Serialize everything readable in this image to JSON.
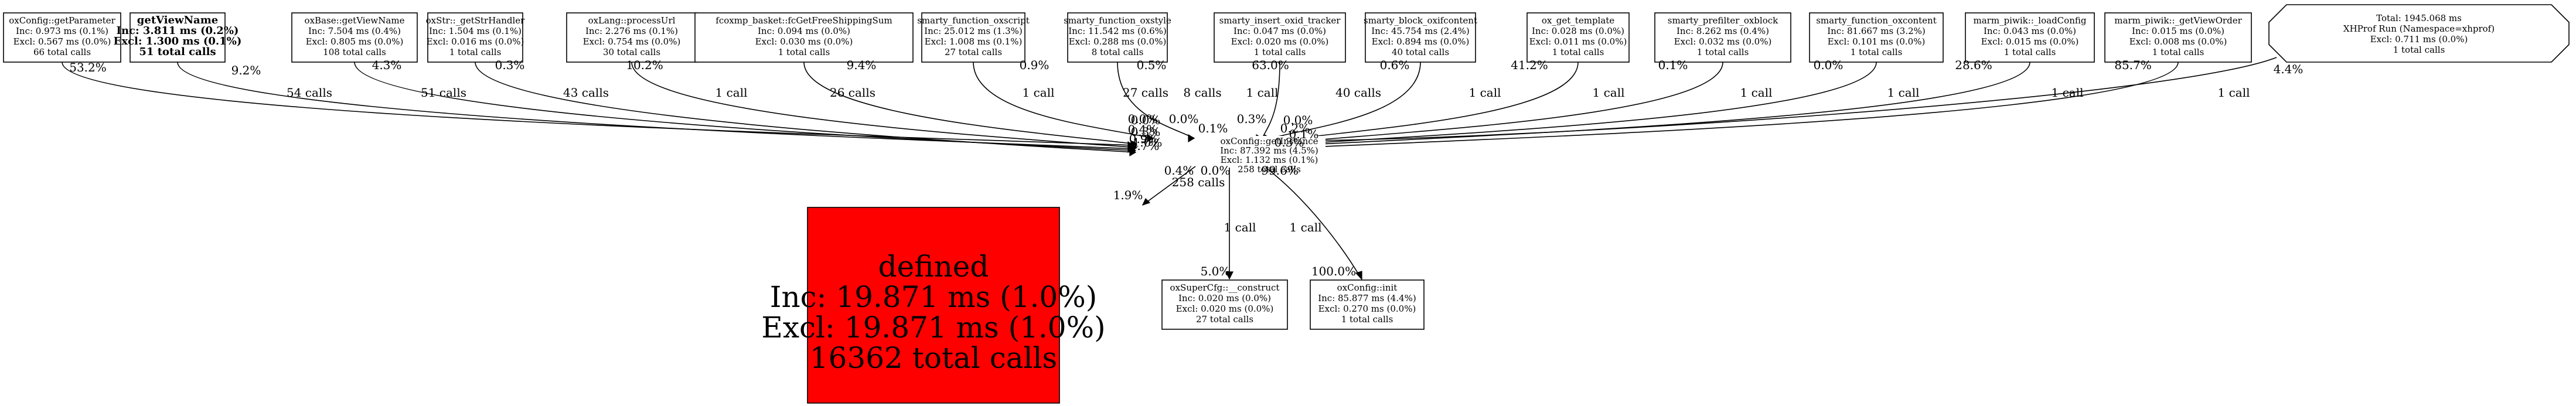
{
  "graph": {
    "title": "XHProf call graph",
    "caller_nodes": [
      {
        "id": "getParameter",
        "lines": [
          "oxConfig::getParameter",
          "Inc: 0.973 ms (0.1%)",
          "Excl: 0.567 ms (0.0%)",
          "66 total calls"
        ],
        "edge_pct_tail": "53.2%",
        "edge_calls": "54 calls",
        "edge_pct_head": ""
      },
      {
        "id": "getViewName",
        "bold": true,
        "lines": [
          "getViewName",
          "Inc: 3.811 ms (0.2%)",
          "Excl: 1.300 ms (0.1%)",
          "51 total calls"
        ],
        "edge_pct_tail": "9.2%",
        "edge_calls": "51 calls",
        "edge_pct_head": ""
      },
      {
        "id": "oxbase-getViewName",
        "lines": [
          "oxBase::getViewName",
          "Inc: 7.504 ms (0.4%)",
          "Excl: 0.805 ms (0.0%)",
          "108 total calls"
        ],
        "edge_pct_tail": "4.3%",
        "edge_calls": "43 calls",
        "edge_pct_head": ""
      },
      {
        "id": "getStrHandler",
        "lines": [
          "oxStr::_getStrHandler",
          "Inc: 1.504 ms (0.1%)",
          "Excl: 0.016 ms (0.0%)",
          "1 total calls"
        ],
        "edge_pct_tail": "0.3%",
        "edge_calls": "1 call",
        "edge_pct_head": ""
      },
      {
        "id": "processUrl",
        "lines": [
          "oxLang::processUrl",
          "Inc: 2.276 ms (0.1%)",
          "Excl: 0.754 ms (0.0%)",
          "30 total calls"
        ],
        "edge_pct_tail": "10.2%",
        "edge_calls": "26 calls",
        "edge_pct_head": ""
      },
      {
        "id": "fcGetFreeShippingSum",
        "lines": [
          "fcoxmp_basket::fcGetFreeShippingSum",
          "Inc: 0.094 ms (0.0%)",
          "Excl: 0.030 ms (0.0%)",
          "1 total calls"
        ],
        "edge_pct_tail": "9.4%",
        "edge_calls": "1 call",
        "edge_pct_head": ""
      },
      {
        "id": "oxscript",
        "lines": [
          "smarty_function_oxscript",
          "Inc: 25.012 ms (1.3%)",
          "Excl: 1.008 ms (0.1%)",
          "27 total calls"
        ],
        "edge_pct_tail": "0.9%",
        "edge_calls": "27 calls",
        "edge_pct_head": "0.0%"
      },
      {
        "id": "oxstyle",
        "lines": [
          "smarty_function_oxstyle",
          "Inc: 11.542 ms (0.6%)",
          "Excl: 0.288 ms (0.0%)",
          "8 total calls"
        ],
        "edge_pct_tail": "0.5%",
        "edge_calls": "8 calls",
        "edge_pct_head": "0.0%"
      },
      {
        "id": "oxid_tracker",
        "lines": [
          "smarty_insert_oxid_tracker",
          "Inc: 0.047 ms (0.0%)",
          "Excl: 0.020 ms (0.0%)",
          "1 total calls"
        ],
        "edge_pct_tail": "63.0%",
        "edge_calls": "1 call",
        "edge_pct_head": "0.3%"
      },
      {
        "id": "oxifcontent",
        "lines": [
          "smarty_block_oxifcontent",
          "Inc: 45.754 ms (2.4%)",
          "Excl: 0.894 ms (0.0%)",
          "40 total calls"
        ],
        "edge_pct_tail": "0.6%",
        "edge_calls": "40 calls",
        "edge_pct_head": ""
      },
      {
        "id": "ox_get_template",
        "lines": [
          "ox_get_template",
          "Inc: 0.028 ms (0.0%)",
          "Excl: 0.011 ms (0.0%)",
          "1 total calls"
        ],
        "edge_pct_tail": "41.2%",
        "edge_calls": "1 call",
        "edge_pct_head": ""
      },
      {
        "id": "oxblock",
        "lines": [
          "smarty_prefilter_oxblock",
          "Inc: 8.262 ms (0.4%)",
          "Excl: 0.032 ms (0.0%)",
          "1 total calls"
        ],
        "edge_pct_tail": "0.1%",
        "edge_calls": "1 call",
        "edge_pct_head": ""
      },
      {
        "id": "oxcontent",
        "lines": [
          "smarty_function_oxcontent",
          "Inc: 81.667 ms (3.2%)",
          "Excl: 0.101 ms (0.0%)",
          "1 total calls"
        ],
        "edge_pct_tail": "0.0%",
        "edge_calls": "1 call",
        "edge_pct_head": ""
      },
      {
        "id": "loadConfig",
        "lines": [
          "marm_piwik::_loadConfig",
          "Inc: 0.043 ms (0.0%)",
          "Excl: 0.015 ms (0.0%)",
          "1 total calls"
        ],
        "edge_pct_tail": "28.6%",
        "edge_calls": "1 call",
        "edge_pct_head": ""
      },
      {
        "id": "getViewOrder",
        "lines": [
          "marm_piwik::_getViewOrder",
          "Inc: 0.015 ms (0.0%)",
          "Excl: 0.008 ms (0.0%)",
          "1 total calls"
        ],
        "edge_pct_tail": "85.7%",
        "edge_calls": "1 call",
        "edge_pct_head": ""
      }
    ],
    "total_node": {
      "lines": [
        "Total: 1945.068 ms",
        "XHProf Run (Namespace=xhprof)",
        "Excl: 0.711 ms (0.0%)",
        "1 total calls"
      ],
      "edge_pct_tail": "4.4%",
      "edge_calls": "1 call"
    },
    "center_node": {
      "lines": [
        "oxConfig::getInstance",
        "Inc: 87.392 ms (4.5%)",
        "Excl: 1.132 ms (0.1%)",
        "258 total calls"
      ]
    },
    "center_head_labels": [
      "0.0%",
      "0.3%",
      "0.4%",
      "0.9%",
      "1.0%",
      "0.7%",
      "0.1%",
      "0.0%",
      "0.2%",
      "0.1%",
      "0.3%"
    ],
    "defined_node": {
      "lines": [
        "defined",
        "Inc: 19.871 ms (1.0%)",
        "Excl: 19.871 ms (1.0%)",
        "16362 total calls"
      ],
      "edge_pct_tail": "0.4%",
      "edge_calls": "258 calls",
      "edge_pct_head": "1.9%"
    },
    "construct_node": {
      "lines": [
        "oxSuperCfg::__construct",
        "Inc: 0.020 ms (0.0%)",
        "Excl: 0.020 ms (0.0%)",
        "27 total calls"
      ],
      "edge_pct_tail": "0.0%",
      "edge_calls": "1 call",
      "edge_pct_head": "5.0%"
    },
    "init_node": {
      "lines": [
        "oxConfig::init",
        "Inc: 85.877 ms (4.4%)",
        "Excl: 0.270 ms (0.0%)",
        "1 total calls"
      ],
      "edge_pct_tail": "99.6%",
      "edge_calls": "1 call",
      "edge_pct_head": "100.0%"
    },
    "colors": {
      "defined_fill": "#ff0000",
      "stroke": "#000000",
      "background": "#ffffff"
    }
  }
}
